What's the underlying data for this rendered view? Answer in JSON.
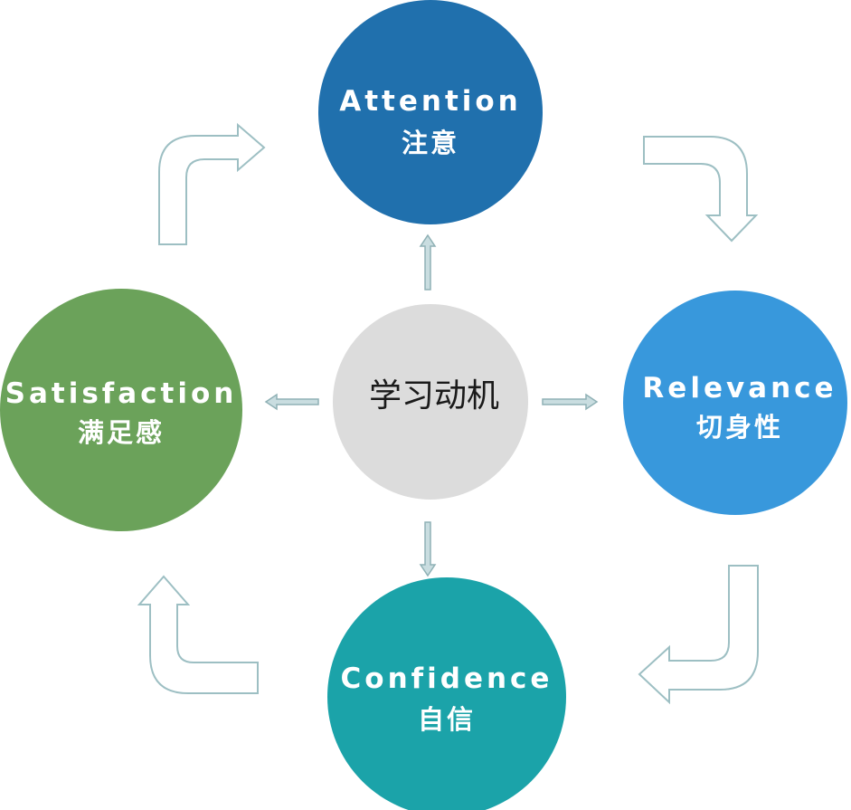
{
  "center": {
    "label": "学习动机",
    "color": "#dcdcdc"
  },
  "nodes": {
    "attention": {
      "en": "Attention",
      "zh": "注意",
      "color": "#2070ad"
    },
    "relevance": {
      "en": "Relevance",
      "zh": "切身性",
      "color": "#3898dc"
    },
    "confidence": {
      "en": "Confidence",
      "zh": "自信",
      "color": "#1ba3a9"
    },
    "satisfaction": {
      "en": "Satisfaction",
      "zh": "满足感",
      "color": "#6ba25a"
    }
  },
  "arrow_colors": {
    "outline": "#9dbfc3",
    "small_fill": "#c9dde0"
  }
}
